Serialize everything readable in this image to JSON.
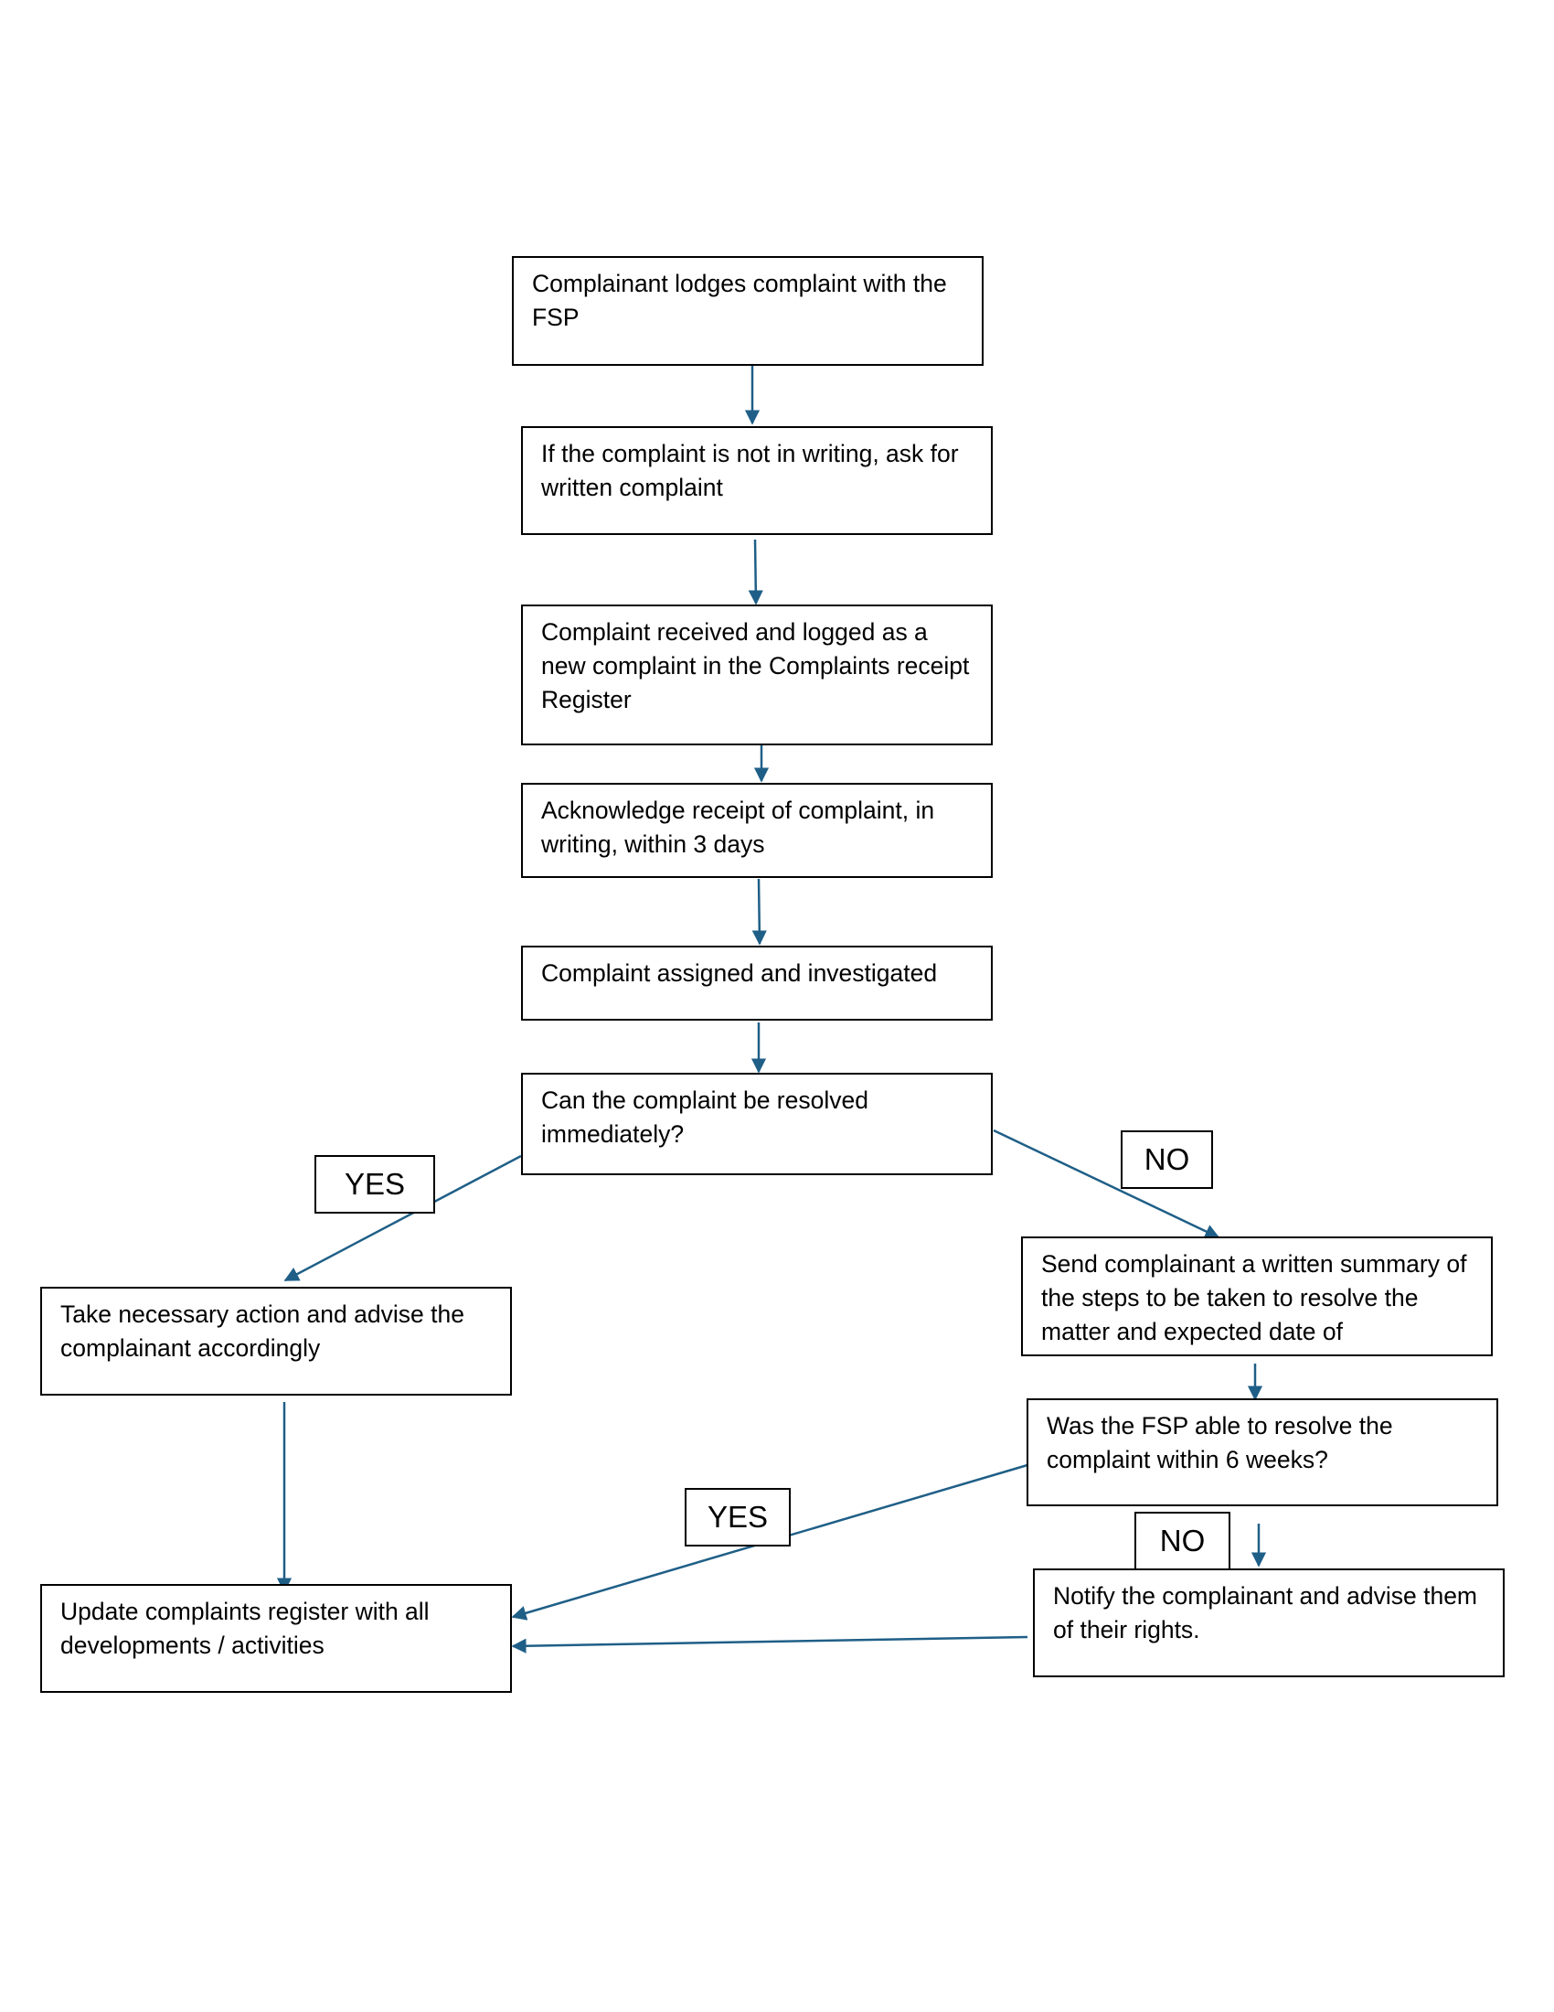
{
  "diagram": {
    "nodes": {
      "lodge": "Complainant lodges complaint with the FSP",
      "written": "If the complaint is not in writing, ask for written complaint",
      "logged": "Complaint received and logged as a new complaint in the Complaints receipt Register",
      "acknowledge": "Acknowledge receipt of complaint, in writing, within 3 days",
      "assigned": "Complaint assigned and investigated",
      "resolve_q": "Can the complaint be resolved immediately?",
      "take_action": "Take necessary action and advise the complainant accordingly",
      "send_summary": "Send complainant a written summary of the steps to be taken to resolve the matter and expected date of",
      "six_weeks_q": "Was the FSP able to resolve the complaint within 6 weeks?",
      "update_register": "Update complaints register with all developments / activities",
      "notify": "Notify the complainant and advise them of their rights."
    },
    "labels": {
      "yes_1": "YES",
      "no_1": "NO",
      "yes_2": "YES",
      "no_2": "NO"
    },
    "colors": {
      "arrow": "#1f5f87",
      "border": "#000000"
    }
  }
}
